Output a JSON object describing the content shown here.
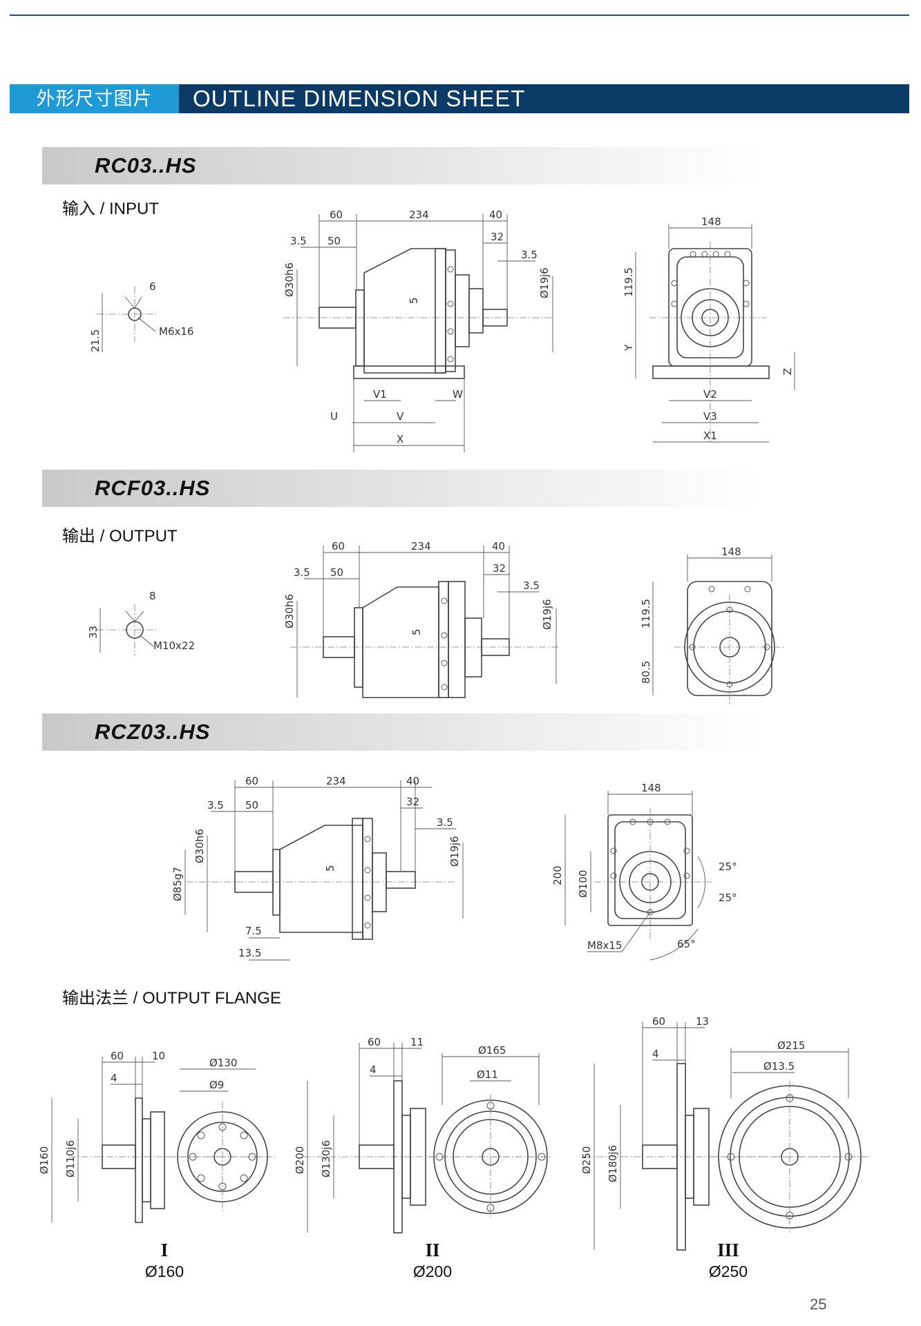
{
  "header": {
    "title_cn": "外形尺寸图片",
    "title_en": "OUTLINE DIMENSION SHEET",
    "accent_color": "#1e9ad6",
    "banner_color": "#0b3a66"
  },
  "sections": [
    {
      "title": "RC03..HS",
      "sublabel": "输入 / INPUT"
    },
    {
      "title": "RCF03..HS",
      "sublabel": "输出 / OUTPUT"
    },
    {
      "title": "RCZ03..HS",
      "sublabel": "输出法兰 / OUTPUT FLANGE"
    }
  ],
  "rc": {
    "key": {
      "w": "6",
      "h": "21.5",
      "thread": "M6x16"
    },
    "side": {
      "d60": "60",
      "d234": "234",
      "d40": "40",
      "d35a": "3.5",
      "d50": "50",
      "d32": "32",
      "d35b": "3.5",
      "dia_in": "Ø30h6",
      "dia_out": "Ø19j6",
      "d5": "5",
      "V1": "V1",
      "W": "W",
      "U": "U",
      "V": "V",
      "X": "X"
    },
    "end": {
      "w": "148",
      "h": "119.5",
      "Y": "Y",
      "Z": "Z",
      "V2": "V2",
      "V3": "V3",
      "X1": "X1"
    }
  },
  "rcf": {
    "key": {
      "w": "8",
      "h": "33",
      "thread": "M10x22"
    },
    "side": {
      "d60": "60",
      "d234": "234",
      "d40": "40",
      "d35a": "3.5",
      "d50": "50",
      "d32": "32",
      "d35b": "3.5",
      "dia_in": "Ø30h6",
      "dia_out": "Ø19j6",
      "d5": "5"
    },
    "end": {
      "w": "148",
      "h": "119.5",
      "h2": "80.5"
    }
  },
  "rcz": {
    "side": {
      "d60": "60",
      "d234": "234",
      "d40": "40",
      "d35a": "3.5",
      "d50": "50",
      "d32": "32",
      "d35b": "3.5",
      "dia_in": "Ø30h6",
      "dia_out": "Ø19j6",
      "dia_sp": "Ø85g7",
      "d5": "5",
      "d75": "7.5",
      "d135": "13.5"
    },
    "end": {
      "w": "148",
      "h": "200",
      "dia": "Ø100",
      "thread": "M8x15",
      "a1": "25°",
      "a2": "25°",
      "a3": "65°"
    }
  },
  "flanges": [
    {
      "roman": "I",
      "dia": "Ø160",
      "d60": "60",
      "d4": "4",
      "d_t": "10",
      "bolt": "Ø130",
      "hole": "Ø9",
      "outer": "Ø160",
      "pilot": "Ø110j6"
    },
    {
      "roman": "II",
      "dia": "Ø200",
      "d60": "60",
      "d4": "4",
      "d_t": "11",
      "bolt": "Ø165",
      "hole": "Ø11",
      "outer": "Ø200",
      "pilot": "Ø130j6"
    },
    {
      "roman": "III",
      "dia": "Ø250",
      "d60": "60",
      "d4": "4",
      "d_t": "13",
      "bolt": "Ø215",
      "hole": "Ø13.5",
      "outer": "Ø250",
      "pilot": "Ø180j6"
    }
  ],
  "page_number": "25"
}
